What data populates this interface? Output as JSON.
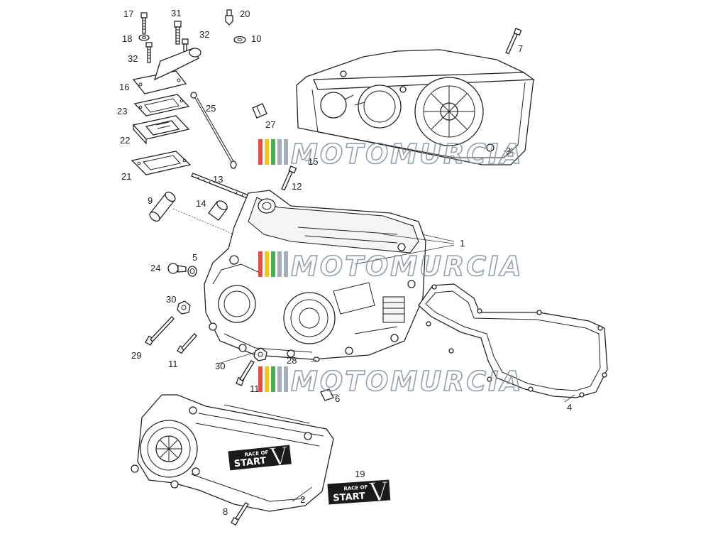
{
  "diagram": {
    "callouts": [
      "17",
      "31",
      "20",
      "18",
      "32",
      "10",
      "7",
      "32",
      "16",
      "23",
      "25",
      "27",
      "22",
      "3",
      "21",
      "13",
      "15",
      "12",
      "9",
      "14",
      "1",
      "5",
      "24",
      "30",
      "29",
      "11",
      "30",
      "28",
      "11",
      "6",
      "4",
      "19",
      "2",
      "8"
    ],
    "watermark": "MOTOMURCIA",
    "stripe_colors": [
      "#e23b2e",
      "#f3c200",
      "#3aa640",
      "#9aa5b1",
      "#9aa5b1"
    ],
    "decal": {
      "top_line": "RACE OF",
      "main_word": "START",
      "letter": "V"
    }
  }
}
